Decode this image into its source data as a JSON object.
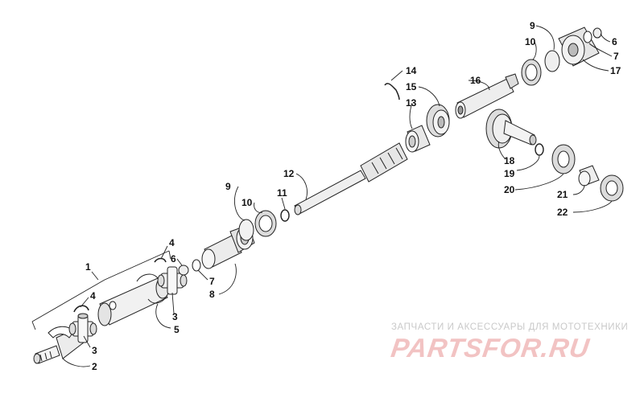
{
  "callouts": [
    {
      "id": "c1",
      "text": "1"
    },
    {
      "id": "c2",
      "text": "2"
    },
    {
      "id": "c3a",
      "text": "3"
    },
    {
      "id": "c3b",
      "text": "3"
    },
    {
      "id": "c4a",
      "text": "4"
    },
    {
      "id": "c4b",
      "text": "4"
    },
    {
      "id": "c5",
      "text": "5"
    },
    {
      "id": "c6a",
      "text": "6"
    },
    {
      "id": "c6b",
      "text": "6"
    },
    {
      "id": "c7a",
      "text": "7"
    },
    {
      "id": "c7b",
      "text": "7"
    },
    {
      "id": "c8",
      "text": "8"
    },
    {
      "id": "c9a",
      "text": "9"
    },
    {
      "id": "c9b",
      "text": "9"
    },
    {
      "id": "c10a",
      "text": "10"
    },
    {
      "id": "c10b",
      "text": "10"
    },
    {
      "id": "c11",
      "text": "11"
    },
    {
      "id": "c12",
      "text": "12"
    },
    {
      "id": "c13",
      "text": "13"
    },
    {
      "id": "c14",
      "text": "14"
    },
    {
      "id": "c15",
      "text": "15"
    },
    {
      "id": "c16",
      "text": "16"
    },
    {
      "id": "c17",
      "text": "17"
    },
    {
      "id": "c18",
      "text": "18"
    },
    {
      "id": "c19",
      "text": "19"
    },
    {
      "id": "c20",
      "text": "20"
    },
    {
      "id": "c21",
      "text": "21"
    },
    {
      "id": "c22",
      "text": "22"
    }
  ],
  "watermark": {
    "caption": "ЗАПЧАСТИ И АКСЕССУАРЫ ДЛЯ МОТОТЕХНИКИ",
    "logo": "PARTSFOR.RU",
    "logo_color": "#f2c3c3"
  }
}
